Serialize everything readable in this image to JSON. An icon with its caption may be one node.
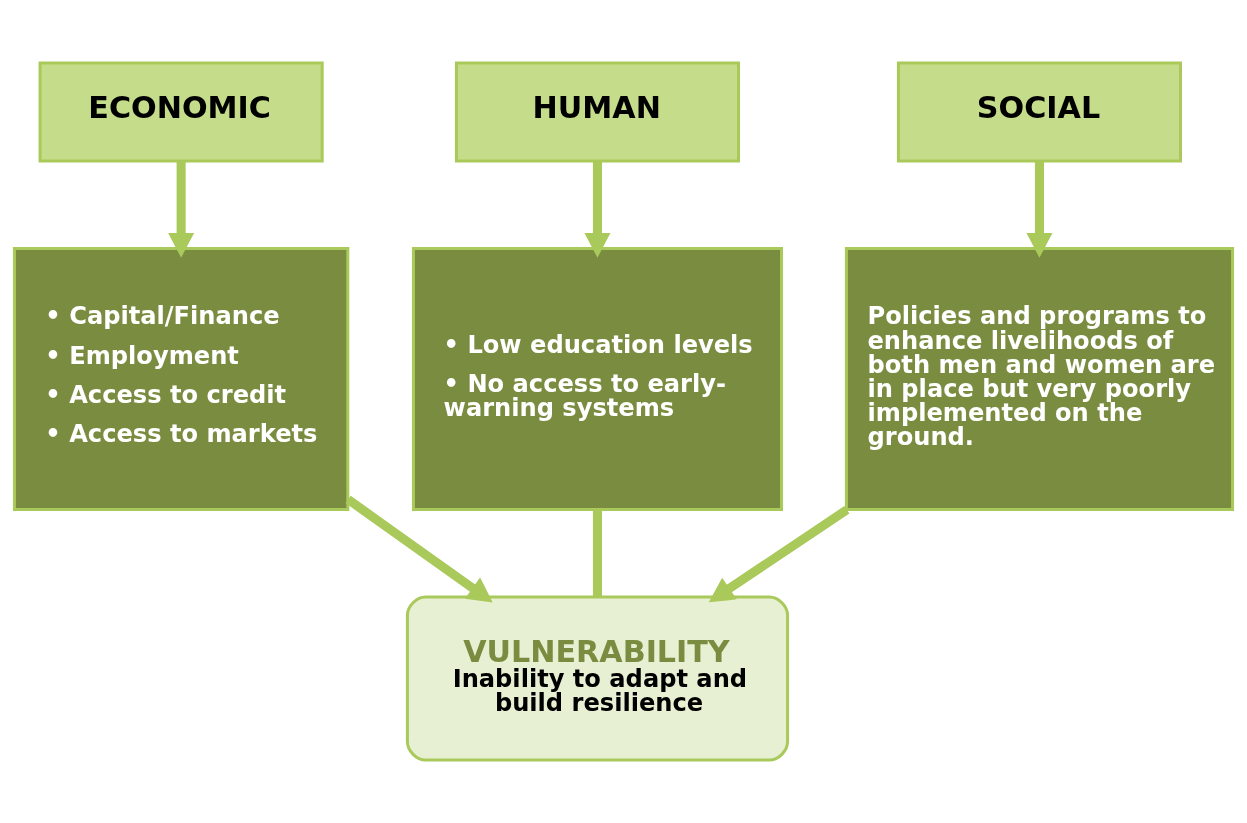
{
  "diagram": {
    "nodes": [
      {
        "text": [
          "ECONOMIC"
        ]
      },
      {
        "text": [
          "HUMAN"
        ]
      },
      {
        "text": [
          "SOCIAL"
        ]
      },
      {
        "text": [
          "• Capital/Finance",
          "• Employment",
          "• Access to credit",
          "• Access to markets"
        ]
      },
      {
        "text": [
          "• Low education levels",
          "• No access to early-warning systems"
        ]
      },
      {
        "text": [
          "Policies and programs to enhance livelihoods of both men and women are in place but very poorly implemented on the ground."
        ]
      },
      {
        "text": [
          "VULNERABILITY",
          "Inability to adapt and build resilience"
        ]
      }
    ],
    "edges": [
      {
        "from": 0,
        "to": 3,
        "arrow": "to"
      },
      {
        "from": 1,
        "to": 4,
        "arrow": "to"
      },
      {
        "from": 2,
        "to": 5,
        "arrow": "to"
      },
      {
        "from": 3,
        "to": 6,
        "arrow": "to"
      },
      {
        "from": 4,
        "to": 6,
        "arrow": "none"
      },
      {
        "from": 5,
        "to": 6,
        "arrow": "to"
      }
    ]
  }
}
